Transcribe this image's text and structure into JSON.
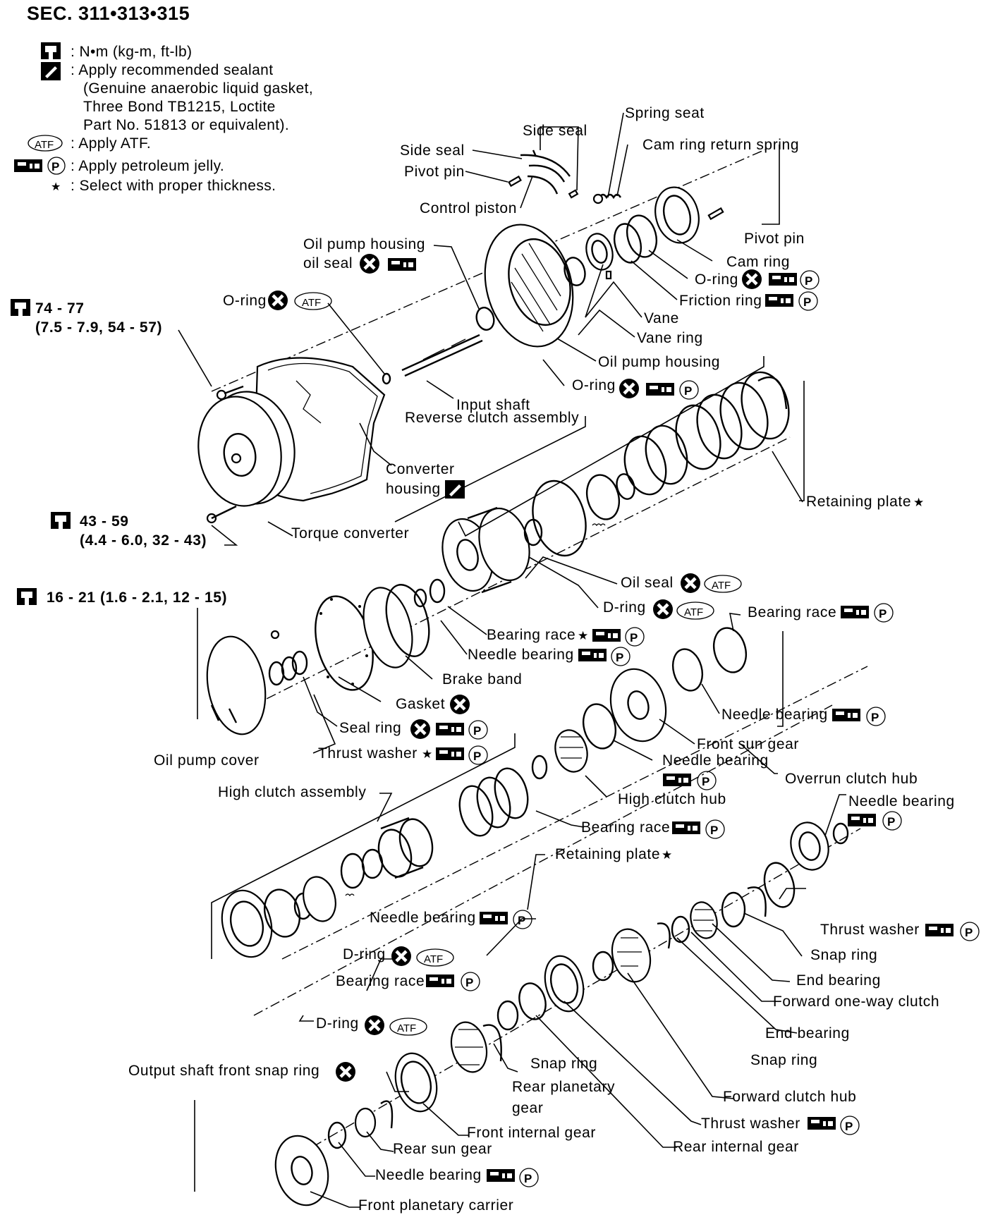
{
  "title": "SEC. 311•313•315",
  "legend": [
    {
      "icon": "torque-wrench-icon",
      "text": ": N•m (kg-m, ft-lb)"
    },
    {
      "icon": "sealant-icon",
      "text": ": Apply recommended sealant"
    },
    {
      "icon": "",
      "text": "(Genuine anaerobic liquid gasket,"
    },
    {
      "icon": "",
      "text": "Three Bond TB1215, Loctite"
    },
    {
      "icon": "",
      "text": "Part No. 51813 or equivalent)."
    },
    {
      "icon": "atf-icon",
      "text": ": Apply ATF."
    },
    {
      "icon": "petroleum-jelly-icon",
      "text": ": Apply petroleum jelly."
    },
    {
      "icon": "star-icon",
      "text": ": Select with proper thickness."
    }
  ],
  "torque_specs": {
    "converter_housing_bolts": {
      "line1": "74 - 77",
      "line2": "(7.5 - 7.9, 54 - 57)"
    },
    "torque_converter_bolts": {
      "line1": "43 - 59",
      "line2": "(4.4 - 6.0, 32 - 43)"
    },
    "oil_pump_cover_bolts": {
      "line1": "16 - 21 (1.6 - 2.1, 12 - 15)"
    }
  },
  "icon_text": {
    "atf": "ATF",
    "p": "P",
    "star": "★"
  },
  "labels": {
    "spring_seat": "Spring seat",
    "side_seal_top": "Side seal",
    "cam_ring_return_spring": "Cam ring return spring",
    "side_seal_left": "Side seal",
    "pivot_pin_left": "Pivot pin",
    "control_piston": "Control piston",
    "pivot_pin_right": "Pivot pin",
    "cam_ring": "Cam ring",
    "o_ring_pump": "O-ring",
    "friction_ring": "Friction ring",
    "vane": "Vane",
    "vane_ring": "Vane ring",
    "oil_pump_housing": "Oil pump housing",
    "oil_pump_housing_oil_seal_1": "Oil pump housing",
    "oil_pump_housing_oil_seal_2": "oil seal",
    "o_ring_atf": "O-ring",
    "o_ring_housing": "O-ring",
    "input_shaft": "Input shaft",
    "reverse_clutch_assembly": "Reverse clutch assembly",
    "converter_housing_1": "Converter",
    "converter_housing_2": "housing",
    "retaining_plate_upper": "Retaining plate",
    "torque_converter": "Torque converter",
    "oil_seal": "Oil seal",
    "d_ring_upper": "D-ring",
    "bearing_race_right": "Bearing race",
    "bearing_race_star": "Bearing race",
    "needle_bearing_mid": "Needle bearing",
    "brake_band": "Brake band",
    "needle_bearing_right": "Needle bearing",
    "gasket": "Gasket",
    "seal_ring": "Seal ring",
    "front_sun_gear": "Front sun gear",
    "thrust_washer_star": "Thrust washer",
    "needle_bearing_sun": "Needle bearing",
    "oil_pump_cover": "Oil pump cover",
    "overrun_clutch_hub": "Overrun clutch hub",
    "high_clutch_hub": "High clutch hub",
    "high_clutch_assembly": "High clutch assembly",
    "needle_bearing_overrun": "Needle bearing",
    "bearing_race_high": "Bearing race",
    "retaining_plate_lower": "Retaining plate",
    "needle_bearing_lower": "Needle bearing",
    "thrust_washer_right": "Thrust washer",
    "d_ring_mid": "D-ring",
    "snap_ring_right": "Snap ring",
    "bearing_race_lower": "Bearing race",
    "end_bearing_upper": "End bearing",
    "forward_one_way_clutch": "Forward one-way clutch",
    "d_ring_lower": "D-ring",
    "end_bearing_lower": "End bearing",
    "snap_ring_mid": "Snap ring",
    "snap_ring_lower": "Snap ring",
    "output_shaft_front_snap_ring": "Output shaft front snap ring",
    "rear_planetary_gear_1": "Rear planetary",
    "rear_planetary_gear_2": "gear",
    "forward_clutch_hub": "Forward clutch hub",
    "front_internal_gear": "Front internal gear",
    "thrust_washer_bottom": "Thrust washer",
    "rear_sun_gear": "Rear sun gear",
    "rear_internal_gear": "Rear internal gear",
    "needle_bearing_bottom": "Needle bearing",
    "front_planetary_carrier": "Front planetary carrier"
  }
}
